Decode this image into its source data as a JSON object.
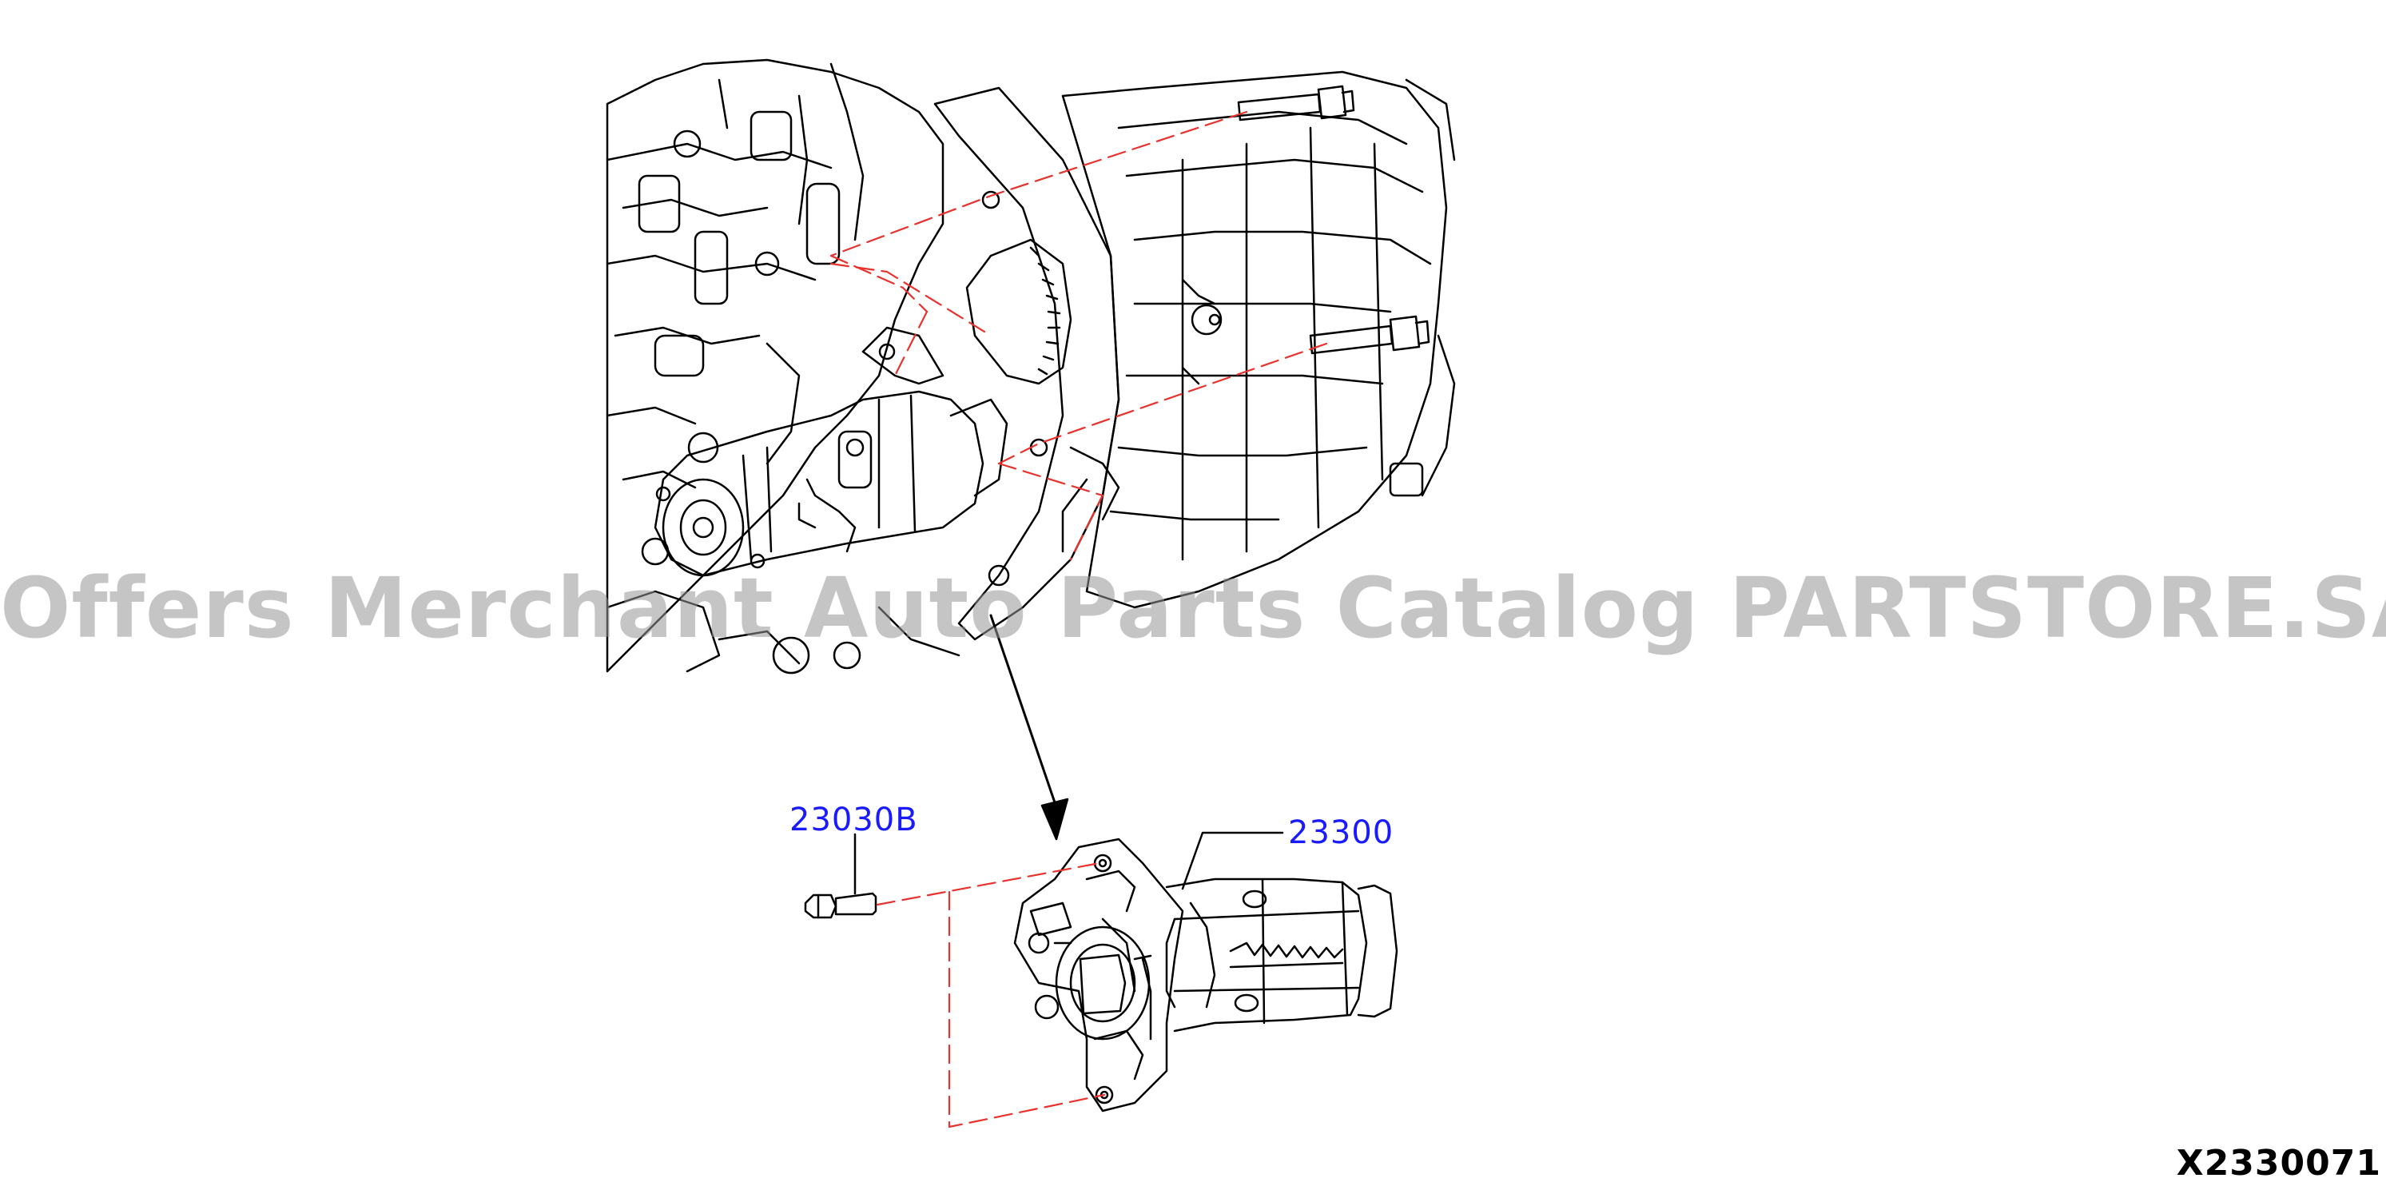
{
  "callouts": {
    "bolt": "23030B",
    "starter": "23300"
  },
  "drawing_number": "X2330071",
  "watermark": "Offers Merchant Auto Parts Catalog PARTSTORE.SA",
  "colors": {
    "line": "#000000",
    "callout_text": "#1a1aff",
    "phantom_line": "#e8322d",
    "watermark": "#969696"
  }
}
